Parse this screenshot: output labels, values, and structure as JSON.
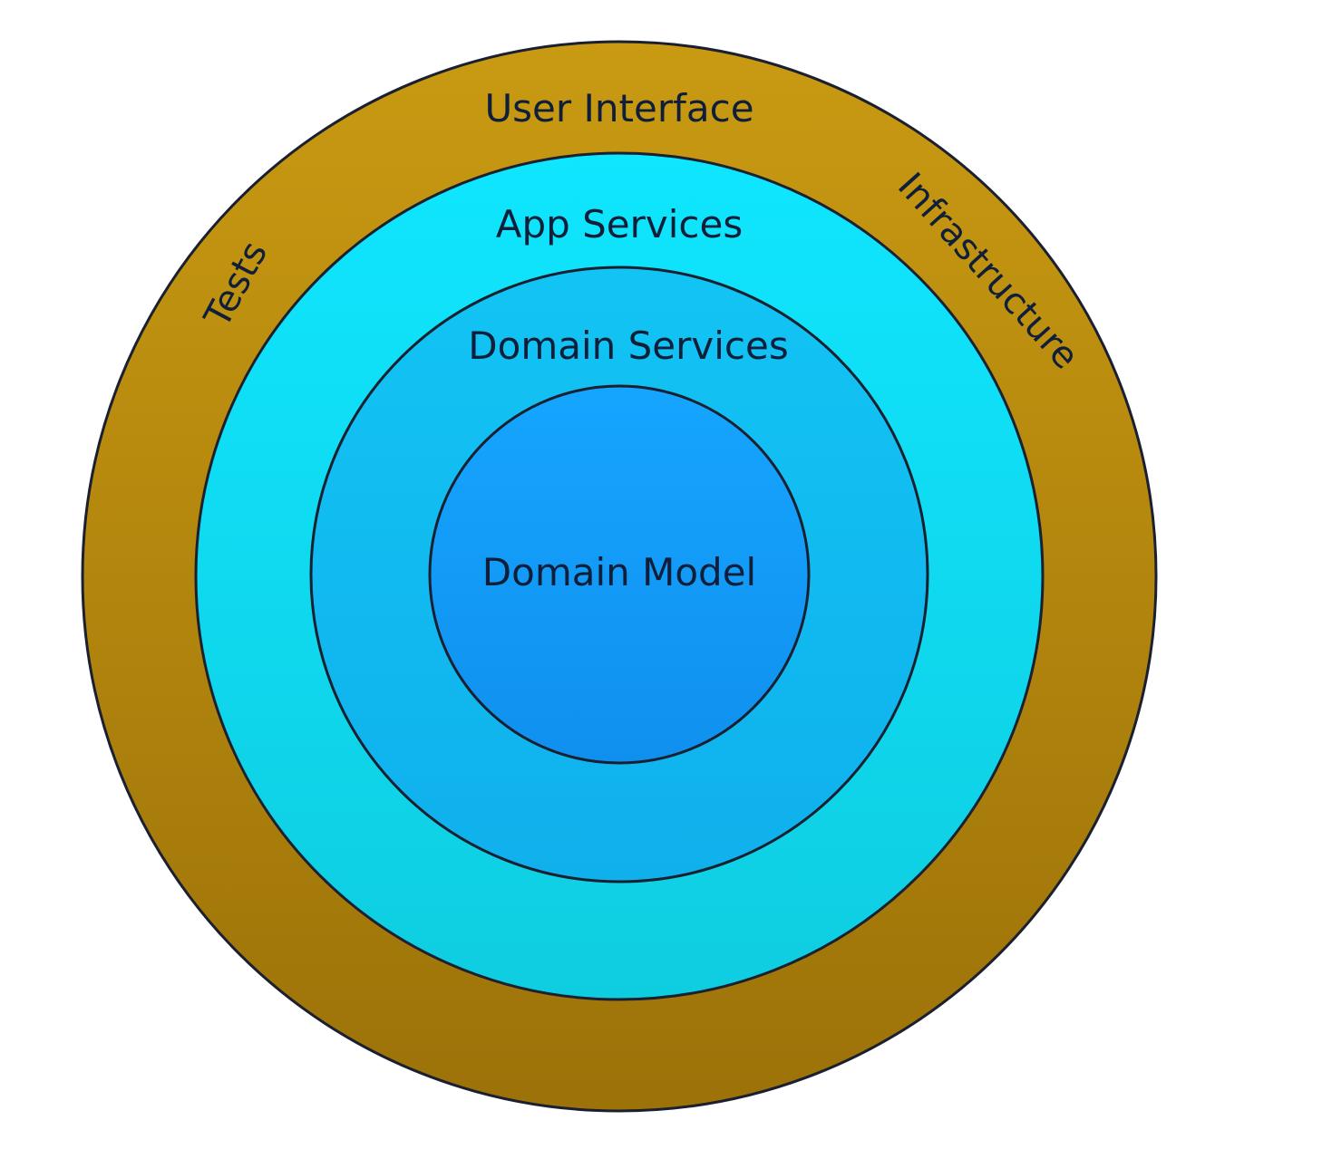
{
  "diagram": {
    "layers": {
      "outer": {
        "label_top": "User Interface",
        "label_left": "Tests",
        "label_right": "Infrastructure",
        "color_top": "#c99a12",
        "color_bottom": "#9c7209"
      },
      "app": {
        "label": "App Services",
        "color_top": "#0fe6ff",
        "color_bottom": "#0fcde0"
      },
      "domain_services": {
        "label": "Domain Services",
        "color_top": "#12c4f4",
        "color_bottom": "#10b0ec"
      },
      "domain_model": {
        "label": "Domain Model",
        "color_top": "#15a5ff",
        "color_bottom": "#1090ee"
      }
    },
    "outline_color": "#1a2030",
    "label_color": "#0f1f3a"
  }
}
